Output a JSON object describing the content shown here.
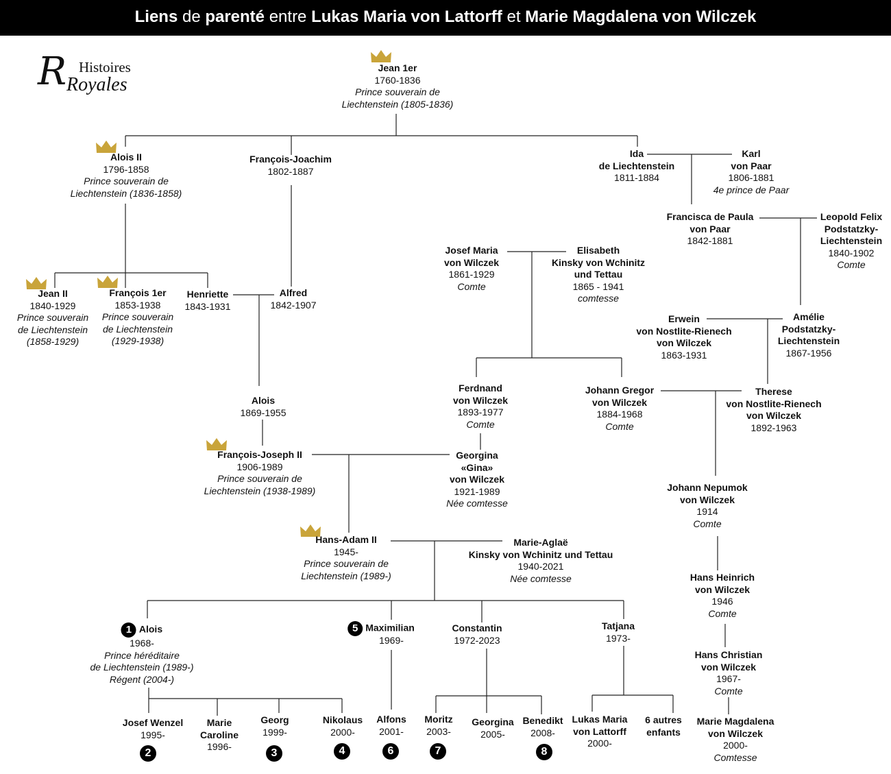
{
  "title": {
    "p1": "Liens",
    "p2": " de ",
    "p3": "parenté",
    "p4": " entre ",
    "p5": "Lukas Maria von Lattorff",
    "p6": " et ",
    "p7": "Marie Magdalena von Wilczek"
  },
  "logo": {
    "line1": "Histoires",
    "line2": "Royales",
    "initial": "R"
  },
  "people": {
    "jean1": {
      "name": "Jean 1er",
      "dates": "1760-1836",
      "role1": "Prince souverain de",
      "role2": "Liechtenstein (1805-1836)"
    },
    "alois2": {
      "name": "Alois II",
      "dates": "1796-1858",
      "role1": "Prince souverain de",
      "role2": "Liechtenstein (1836-1858)"
    },
    "francoisjoachim": {
      "name": "François-Joachim",
      "dates": "1802-1887"
    },
    "ida": {
      "name1": "Ida",
      "name2": "de Liechtenstein",
      "dates": "1811-1884"
    },
    "karl": {
      "name1": "Karl",
      "name2": "von Paar",
      "dates": "1806-1881",
      "role": "4e prince de Paar"
    },
    "francisca": {
      "name1": "Francisca de Paula",
      "name2": "von Paar",
      "dates": "1842-1881"
    },
    "leopold": {
      "name1": "Leopold Felix",
      "name2": "Podstatzky-",
      "name3": "Liechtenstein",
      "dates": "1840-1902",
      "role": "Comte"
    },
    "josefmaria": {
      "name1": "Josef Maria",
      "name2": "von Wilczek",
      "dates": "1861-1929",
      "role": "Comte"
    },
    "elisabeth": {
      "name1": "Elisabeth",
      "name2": "Kinsky von Wchinitz",
      "name3": "und Tettau",
      "dates": "1865 - 1941",
      "role": "comtesse"
    },
    "jean2": {
      "name": "Jean II",
      "dates": "1840-1929",
      "role1": "Prince souverain",
      "role2": "de Liechtenstein",
      "role3": "(1858-1929)"
    },
    "francois1": {
      "name": "François 1er",
      "dates": "1853-1938",
      "role1": "Prince souverain",
      "role2": "de Liechtenstein",
      "role3": "(1929-1938)"
    },
    "henriette": {
      "name": "Henriette",
      "dates": "1843-1931"
    },
    "alfred": {
      "name": "Alfred",
      "dates": "1842-1907"
    },
    "erwein": {
      "name1": "Erwein",
      "name2": "von Nostlite-Rienech",
      "name3": "von Wilczek",
      "dates": "1863-1931"
    },
    "amelie": {
      "name1": "Amélie",
      "name2": "Podstatzky-",
      "name3": "Liechtenstein",
      "dates": "1867-1956"
    },
    "alois1869": {
      "name": "Alois",
      "dates": "1869-1955"
    },
    "ferdnand": {
      "name1": "Ferdnand",
      "name2": "von Wilczek",
      "dates": "1893-1977",
      "role": "Comte"
    },
    "johanngregor": {
      "name1": "Johann Gregor",
      "name2": "von Wilczek",
      "dates": "1884-1968",
      "role": "Comte"
    },
    "therese": {
      "name1": "Therese",
      "name2": "von Nostlite-Rienech",
      "name3": "von Wilczek",
      "dates": "1892-1963"
    },
    "francoisjoseph": {
      "name": "François-Joseph II",
      "dates": "1906-1989",
      "role1": "Prince souverain de",
      "role2": "Liechtenstein (1938-1989)"
    },
    "georgina": {
      "name1": "Georgina",
      "name2": "«Gina»",
      "name3": "von Wilczek",
      "dates": "1921-1989",
      "role": "Née comtesse"
    },
    "johannnepumok": {
      "name1": "Johann Nepumok",
      "name2": "von Wilczek",
      "dates": "1914",
      "role": "Comte"
    },
    "hansadam": {
      "name": "Hans-Adam II",
      "dates": "1945-",
      "role1": "Prince souverain de",
      "role2": "Liechtenstein (1989-)"
    },
    "marieaglae": {
      "name1": "Marie-Aglaë",
      "name2": "Kinsky von Wchinitz und Tettau",
      "dates": "1940-2021",
      "role": "Née comtesse"
    },
    "hansheinrich": {
      "name1": "Hans Heinrich",
      "name2": "von Wilczek",
      "dates": "1946",
      "role": "Comte"
    },
    "alois1968": {
      "num": "1",
      "name": "Alois",
      "dates": "1968-",
      "role1": "Prince héréditaire",
      "role2": "de Liechtenstein (1989-)",
      "role3": "Régent (2004-)"
    },
    "maximilian": {
      "num": "5",
      "name": "Maximilian",
      "dates": "1969-"
    },
    "constantin": {
      "name": "Constantin",
      "dates": "1972-2023"
    },
    "tatjana": {
      "name": "Tatjana",
      "dates": "1973-"
    },
    "hanschristian": {
      "name1": "Hans Christian",
      "name2": "von Wilczek",
      "dates": "1967-",
      "role": "Comte"
    },
    "josefwenzel": {
      "name": "Josef Wenzel",
      "dates": "1995-",
      "num": "2"
    },
    "mariecaroline": {
      "name1": "Marie",
      "name2": "Caroline",
      "dates": "1996-"
    },
    "georg": {
      "name": "Georg",
      "dates": "1999-",
      "num": "3"
    },
    "nikolaus": {
      "name": "Nikolaus",
      "dates": "2000-",
      "num": "4"
    },
    "alfons": {
      "name": "Alfons",
      "dates": "2001-",
      "num": "6"
    },
    "moritz": {
      "name": "Moritz",
      "dates": "2003-",
      "num": "7"
    },
    "georgina2005": {
      "name": "Georgina",
      "dates": "2005-"
    },
    "benedikt": {
      "name": "Benedikt",
      "dates": "2008-",
      "num": "8"
    },
    "lukasmaria": {
      "name1": "Lukas Maria",
      "name2": "von Lattorff",
      "dates": "2000-"
    },
    "autres": {
      "name1": "6 autres",
      "name2": "enfants"
    },
    "mariemagdalena": {
      "name1": "Marie Magdalena",
      "name2": "von Wilczek",
      "dates": "2000-",
      "role": "Comtesse"
    }
  },
  "colors": {
    "crown": "#c9a43a",
    "line": "#222222",
    "badge": "#000000",
    "titlebar": "#000000"
  }
}
